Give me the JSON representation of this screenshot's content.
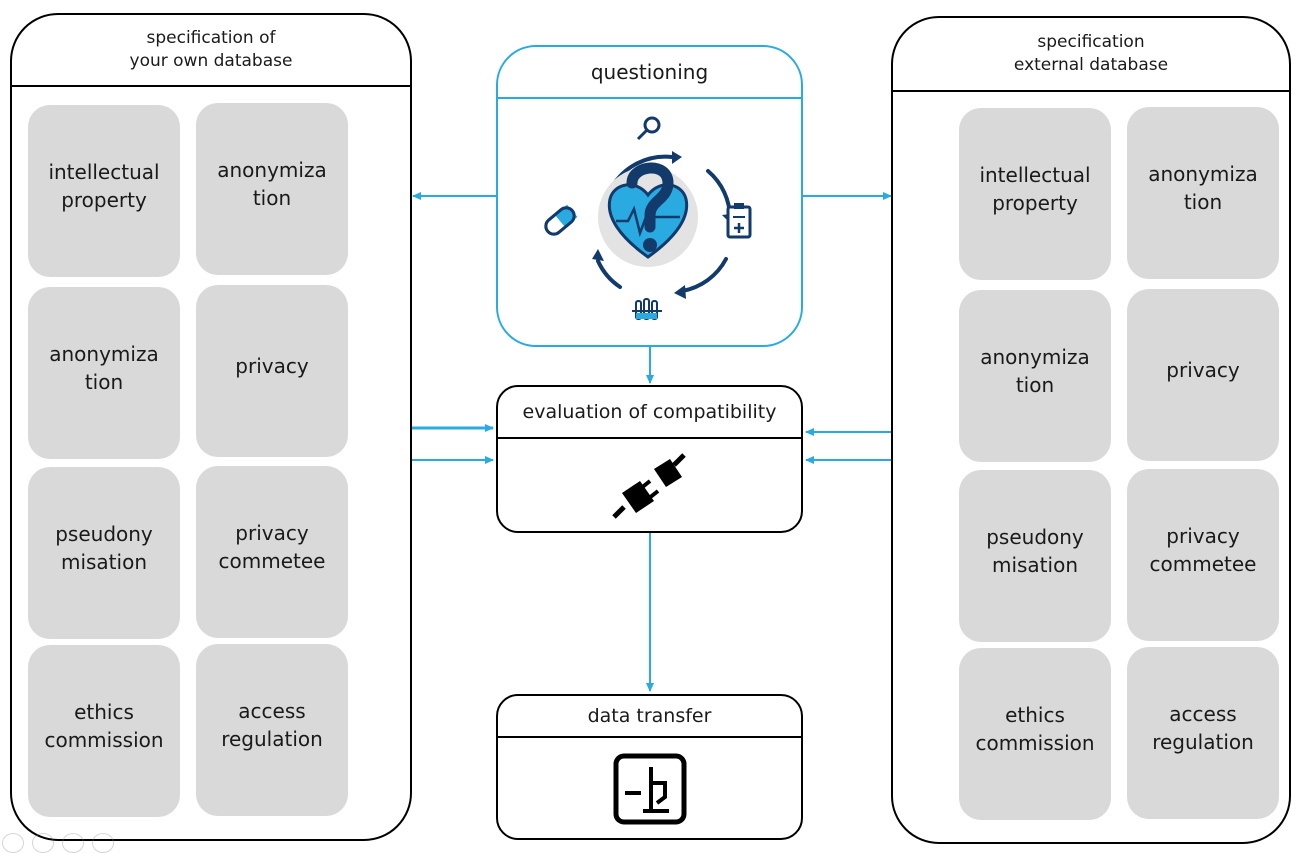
{
  "left_panel": {
    "title_line1": "specification of",
    "title_line2": "your own database",
    "tiles": [
      "intellectual\nproperty",
      "anonymiza\ntion",
      "anonymiza\ntion",
      "privacy",
      "pseudony\nmisation",
      "privacy\ncommetee",
      "ethics\ncommission",
      "access\nregulation"
    ]
  },
  "right_panel": {
    "title_line1": "specification",
    "title_line2": "external database",
    "tiles": [
      "intellectual\nproperty",
      "anonymiza\ntion",
      "anonymiza\ntion",
      "privacy",
      "pseudony\nmisation",
      "privacy\ncommetee",
      "ethics\ncommission",
      "access\nregulation"
    ]
  },
  "questioning": {
    "title": "questioning",
    "icon": "heart-question-cycle-icon"
  },
  "evaluation": {
    "title": "evaluation of compatibility",
    "icon": "plug-connect-icon"
  },
  "transfer": {
    "title": "data transfer",
    "icon": "data-transfer-icon"
  },
  "colors": {
    "accent": "#29abe2",
    "navy": "#123a6b",
    "tile": "#d9d9d9"
  }
}
